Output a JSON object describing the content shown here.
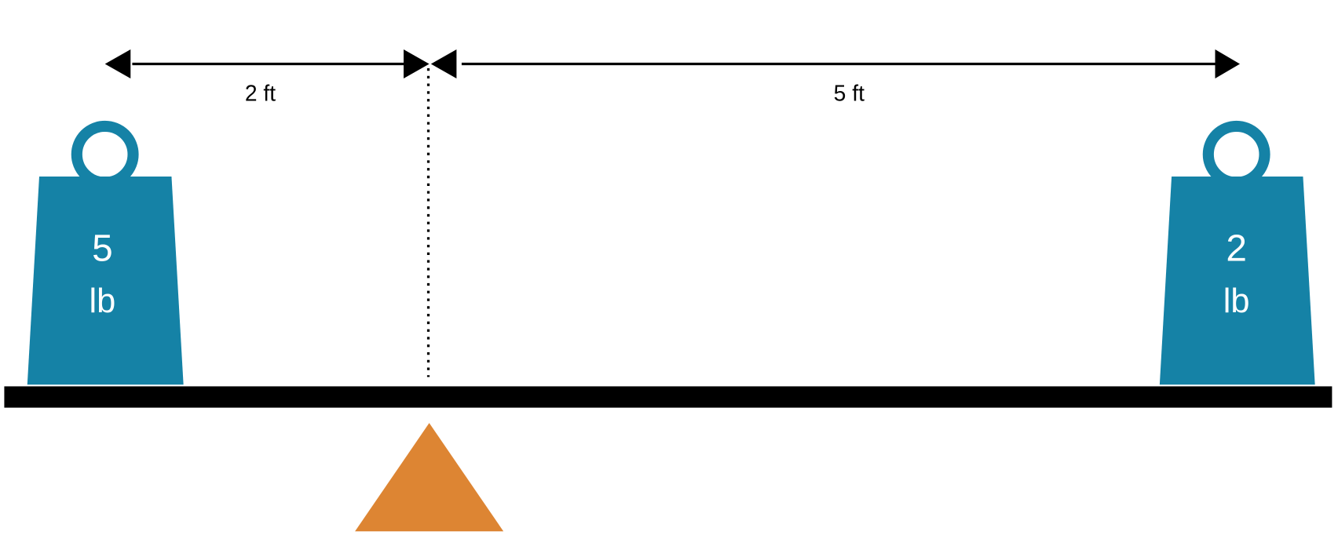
{
  "distances": {
    "left": "2 ft",
    "right": "5 ft"
  },
  "weights": {
    "left": {
      "value": "5",
      "unit": "lb"
    },
    "right": {
      "value": "2",
      "unit": "lb"
    }
  },
  "colors": {
    "weight": "#1582A6",
    "fulcrum": "#DD8533",
    "beam": "#000000"
  }
}
